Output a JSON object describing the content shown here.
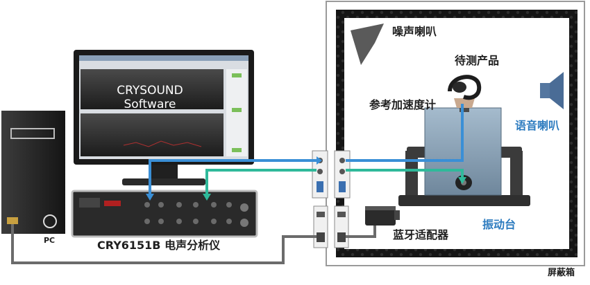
{
  "labels": {
    "noise_speaker": "噪声喇叭",
    "dut": "待测产品",
    "ref_accelerometer": "参考加速度计",
    "voice_speaker": "语音喇叭",
    "shaker": "振动台",
    "bt_adapter": "蓝牙适配器",
    "analyzer": "CRY6151B 电声分析仪",
    "pc": "PC",
    "shield_box": "屏蔽箱"
  },
  "monitor": {
    "line1": "CRYSOUND",
    "line2": "Software"
  },
  "colors": {
    "cable_blue": "#3a8fd6",
    "cable_green": "#2fb99a",
    "cable_gray": "#6b6b6b",
    "accent_blue": "#2c7bbf",
    "device_dark": "#2a2a2a",
    "shaker_fill": "#8fa7bc"
  }
}
